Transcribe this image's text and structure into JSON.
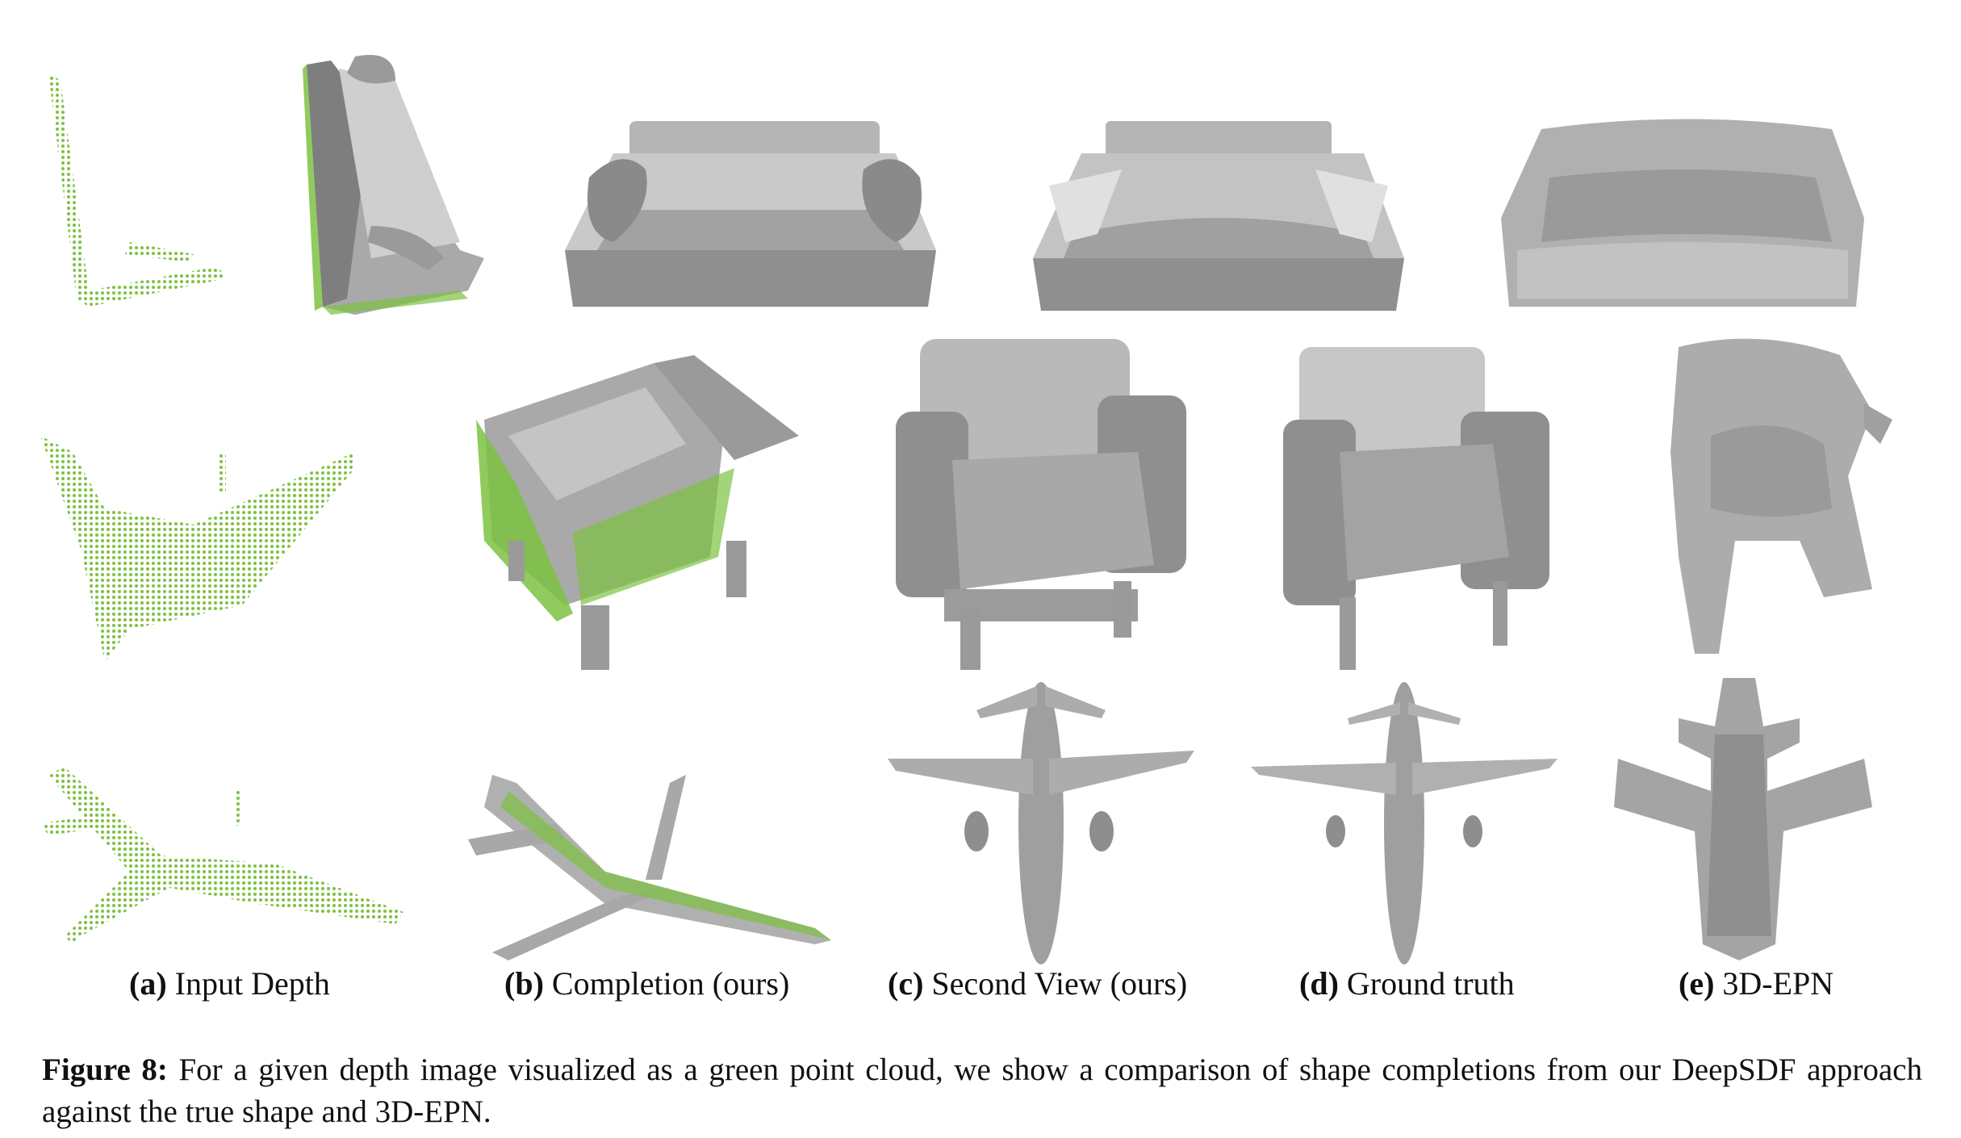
{
  "figure": {
    "columns": [
      {
        "tag": "(a)",
        "text": "Input Depth"
      },
      {
        "tag": "(b)",
        "text": "Completion (ours)"
      },
      {
        "tag": "(c)",
        "text": "Second View (ours)"
      },
      {
        "tag": "(d)",
        "text": "Ground truth"
      },
      {
        "tag": "(e)",
        "text": "3D-EPN"
      }
    ],
    "caption_label": "Figure 8:",
    "caption_text": "For a given depth image visualized as a green point cloud, we show a comparison of shape completions from our DeepSDF approach against the true shape and 3D-EPN.",
    "colors": {
      "point_cloud": "#7dc242",
      "mesh": "#a9a9a9",
      "mesh_dark": "#7e7e7e",
      "mesh_light": "#cfcfcf"
    }
  }
}
